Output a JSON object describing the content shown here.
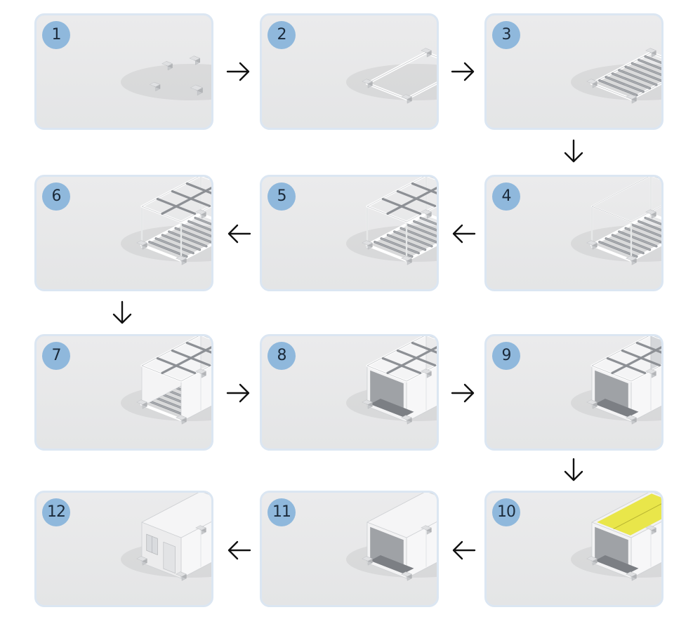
{
  "steps": [
    {
      "number": "1",
      "stage": "footings"
    },
    {
      "number": "2",
      "stage": "base-frame"
    },
    {
      "number": "3",
      "stage": "floor-joists"
    },
    {
      "number": "4",
      "stage": "corner-posts"
    },
    {
      "number": "5",
      "stage": "roof-frame"
    },
    {
      "number": "6",
      "stage": "roof-joists"
    },
    {
      "number": "7",
      "stage": "side-walls"
    },
    {
      "number": "8",
      "stage": "floor-panel"
    },
    {
      "number": "9",
      "stage": "back-wall"
    },
    {
      "number": "10",
      "stage": "roof-insulation"
    },
    {
      "number": "11",
      "stage": "roof-panel"
    },
    {
      "number": "12",
      "stage": "front-wall-with-door"
    }
  ],
  "arrows": [
    {
      "direction": "right"
    },
    {
      "direction": "right"
    },
    {
      "direction": "down"
    },
    {
      "direction": "left"
    },
    {
      "direction": "left"
    },
    {
      "direction": "down"
    },
    {
      "direction": "right"
    },
    {
      "direction": "right"
    },
    {
      "direction": "down"
    },
    {
      "direction": "left"
    },
    {
      "direction": "left"
    }
  ],
  "colors": {
    "badge": "#8fb8dc",
    "panel_border": "#dbe6f2",
    "panel_bg": "#e8e8e9",
    "frame": "#ffffff",
    "joist": "#8d9095",
    "insulation": "#e9e64a",
    "interior": "#7c7f84"
  }
}
